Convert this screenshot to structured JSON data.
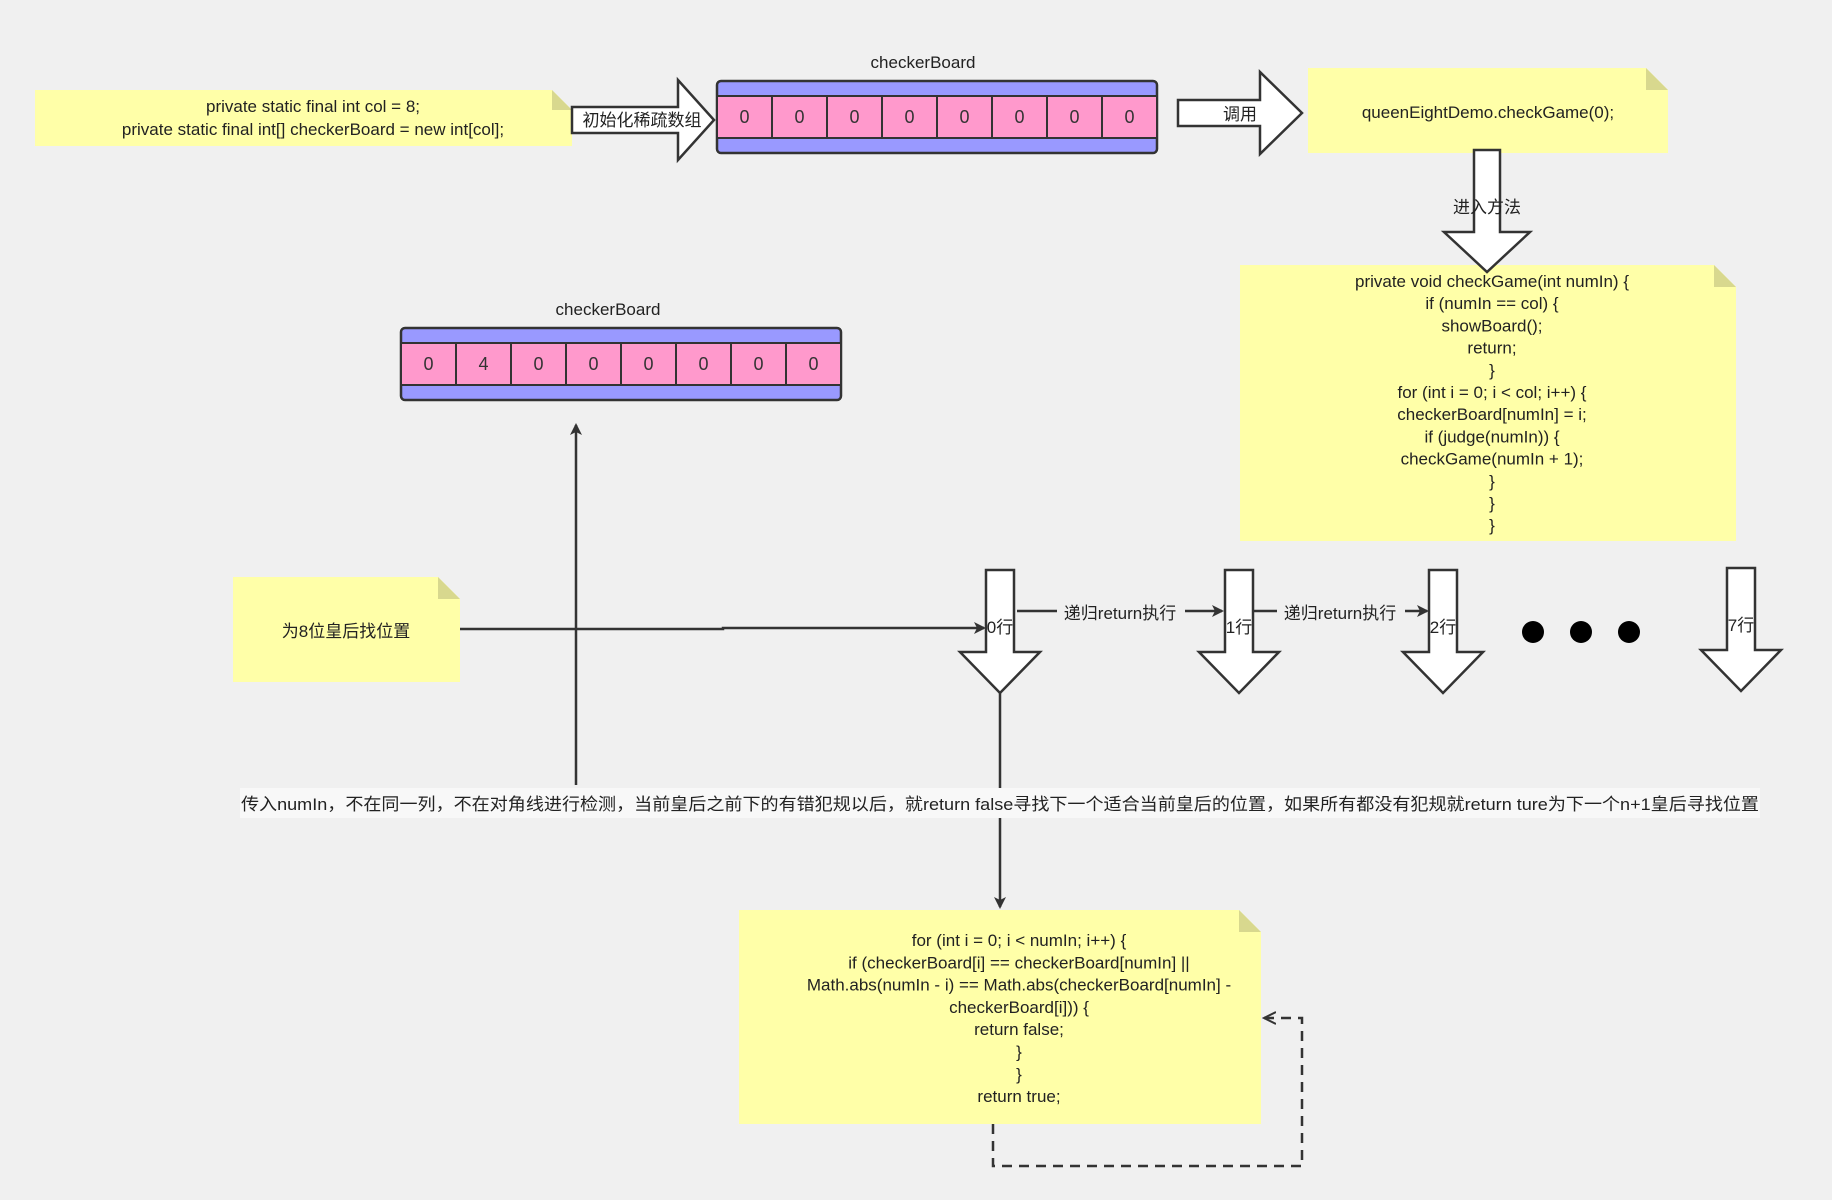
{
  "top_note": {
    "lines": [
      "private static final int col = 8;",
      "private static final int[] checkerBoard = new int[col];"
    ]
  },
  "init_arrow_label": "初始化稀疏数组",
  "array_top": {
    "title": "checkerBoard",
    "cells": [
      "0",
      "0",
      "0",
      "0",
      "0",
      "0",
      "0",
      "0"
    ]
  },
  "call_arrow_label": "调用",
  "call_note": {
    "text": "queenEightDemo.checkGame(0);"
  },
  "enter_arrow_label": "进入方法",
  "method_note": {
    "lines": [
      "private void checkGame(int numIn) {",
      "if (numIn == col) {",
      "showBoard();",
      "return;",
      "}",
      "for (int i = 0; i < col; i++) {",
      "checkerBoard[numIn] = i;",
      "if (judge(numIn)) {",
      "checkGame(numIn + 1);",
      "}",
      "}",
      "}"
    ]
  },
  "array_mid": {
    "title": "checkerBoard",
    "cells": [
      "0",
      "4",
      "0",
      "0",
      "0",
      "0",
      "0",
      "0"
    ]
  },
  "start_note": {
    "text": "为8位皇后找位置"
  },
  "rows": {
    "row0": "0行",
    "row1": "1行",
    "row2": "2行",
    "row7": "7行"
  },
  "recursion_labels": [
    "递归return执行",
    "递归return执行"
  ],
  "explanation": "传入numIn，不在同一列，不在对角线进行检测，当前皇后之前下的有错犯规以后，就return false寻找下一个适合当前皇后的位置，如果所有都没有犯规就return ture为下一个n+1皇后寻找位置",
  "judge_note": {
    "lines": [
      "for (int i = 0; i < numIn; i++) {",
      "if (checkerBoard[i] == checkerBoard[numIn] ||",
      "Math.abs(numIn - i) == Math.abs(checkerBoard[numIn] -",
      "checkerBoard[i])) {",
      "return false;",
      "}",
      "}",
      "return true;"
    ]
  },
  "colors": {
    "note_fill": "#ffffa8",
    "note_fold": "#d8d88e",
    "array_band": "#9999ff",
    "array_cell": "#ff99cc",
    "line": "#333333"
  }
}
